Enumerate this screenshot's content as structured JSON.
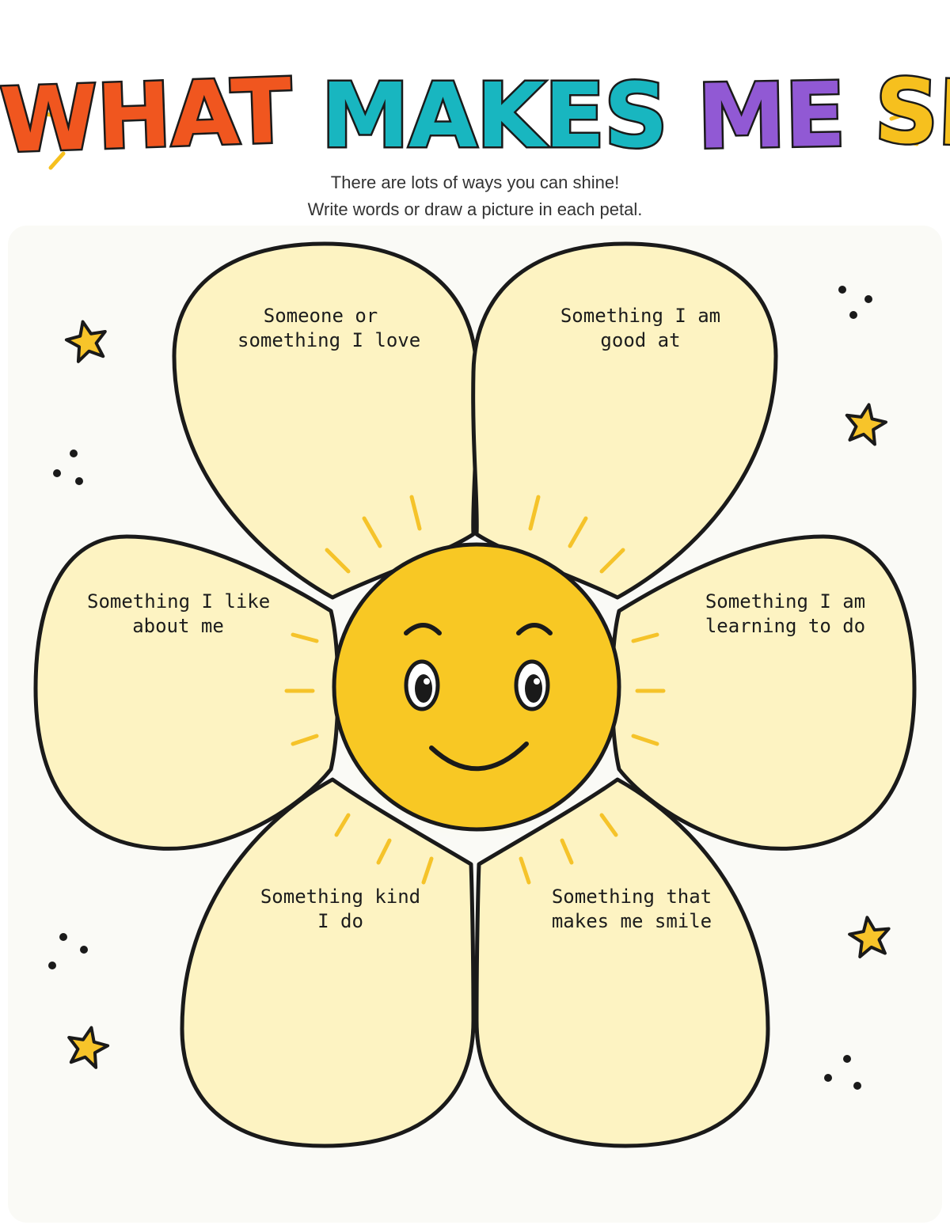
{
  "title": {
    "words": [
      "WHAT",
      "MAKES",
      "ME",
      "SHINE"
    ],
    "colors": [
      "#f0561f",
      "#18b6c0",
      "#9159d4",
      "#f6c01e"
    ]
  },
  "subtitle": {
    "line1": "There are lots of ways you can shine!",
    "line2": "Write words or draw a picture in each petal."
  },
  "petals": [
    {
      "line1": "Someone or",
      "line2": "something I love"
    },
    {
      "line1": "Something I am",
      "line2": "good at"
    },
    {
      "line1": "Something I like",
      "line2": "about me"
    },
    {
      "line1": "Something I am",
      "line2": "learning to do"
    },
    {
      "line1": "Something kind",
      "line2": "I do"
    },
    {
      "line1": "Something that",
      "line2": "makes me smile"
    }
  ],
  "colors": {
    "petal_fill": "#fdf3c2",
    "petal_stroke": "#1a1a1a",
    "sun_fill": "#f8c824",
    "ray": "#f5c32a",
    "star": "#f7c42a"
  },
  "icons": [
    "star-icon",
    "dots-icon",
    "smiley-sun-icon"
  ]
}
